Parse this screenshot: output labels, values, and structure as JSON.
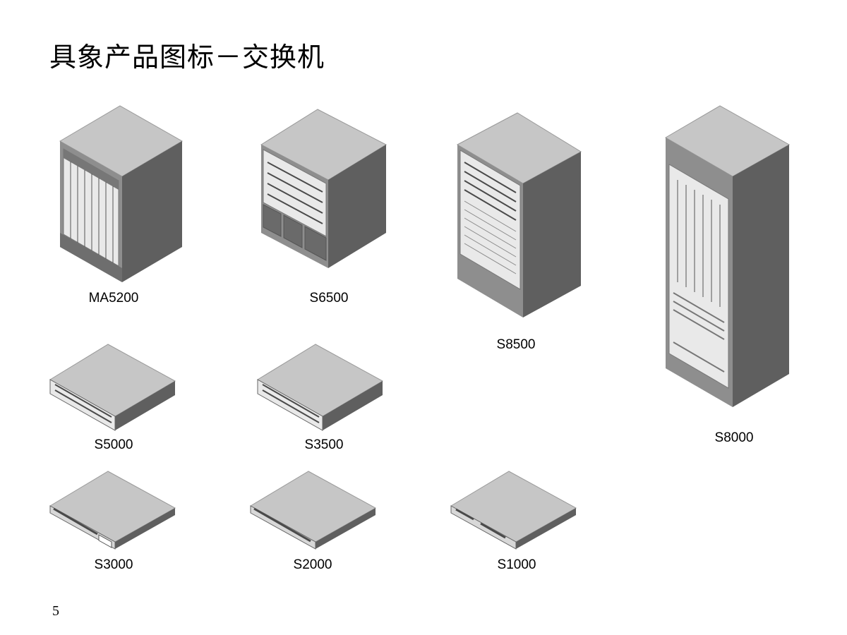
{
  "slide": {
    "title": "具象产品图标－交换机",
    "page_number": "5"
  },
  "devices": [
    {
      "name": "MA5200"
    },
    {
      "name": "S6500"
    },
    {
      "name": "S8500"
    },
    {
      "name": "S8000"
    },
    {
      "name": "S5000"
    },
    {
      "name": "S3500"
    },
    {
      "name": "S3000"
    },
    {
      "name": "S2000"
    },
    {
      "name": "S1000"
    }
  ],
  "colors": {
    "top": "#c6c6c6",
    "side": "#5f5f5f",
    "front": "#8e8e8e",
    "panel": "#e9e9e9",
    "panel_detail": "#4a4a4a"
  }
}
